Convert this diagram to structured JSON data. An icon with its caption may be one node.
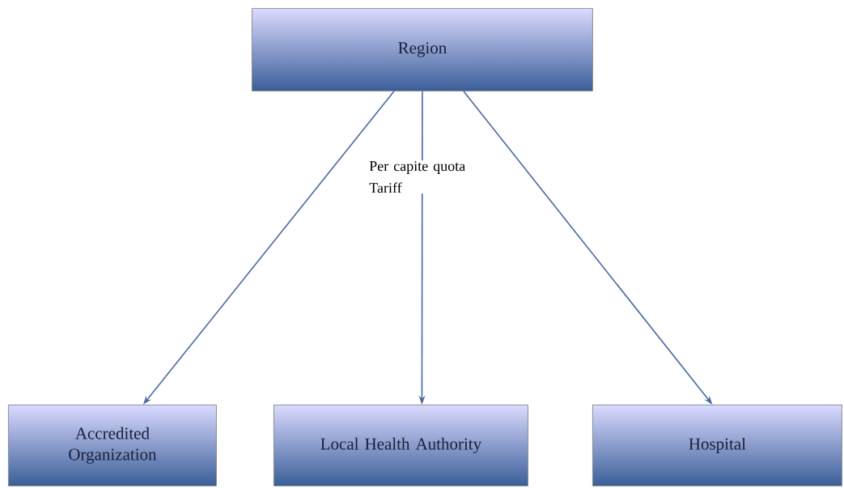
{
  "diagram": {
    "nodes": [
      {
        "text": [
          "Region"
        ]
      },
      {
        "text": [
          "Accredited Organization"
        ]
      },
      {
        "text": [
          "Local Health Authority"
        ]
      },
      {
        "text": [
          "Hospital"
        ]
      }
    ],
    "edges": [
      {
        "from": 0,
        "to": 1,
        "arrow": "to"
      },
      {
        "from": 0,
        "to": 2,
        "arrow": "to",
        "label": "Per capite quota Tariff"
      },
      {
        "from": 0,
        "to": 3,
        "arrow": "to"
      }
    ]
  }
}
